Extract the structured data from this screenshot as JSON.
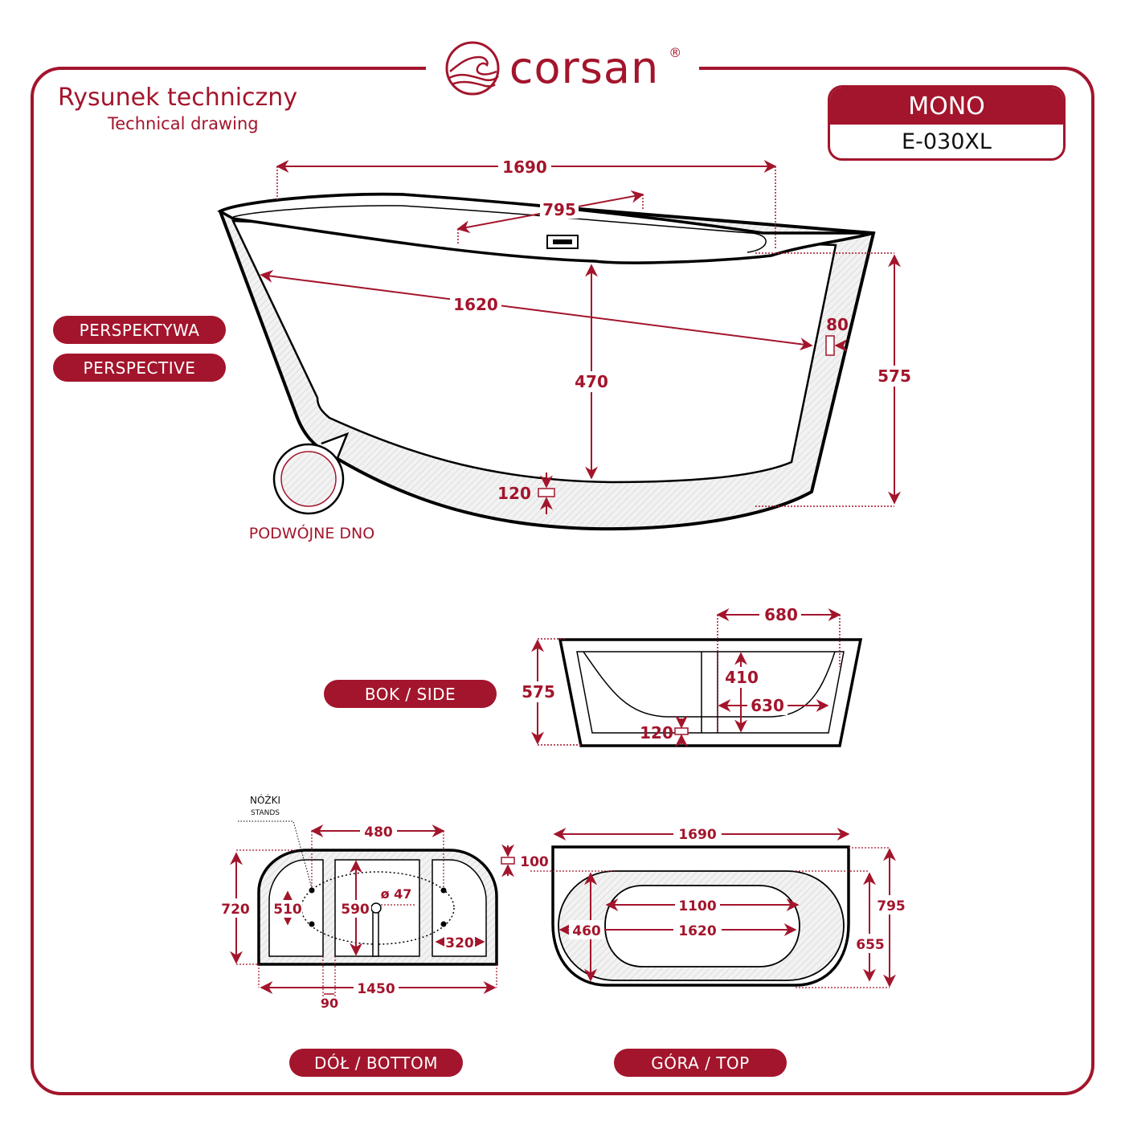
{
  "brand": {
    "name": "corsan",
    "registered_mark": "®",
    "color": "#a3152c",
    "icon": "wave-circle-icon"
  },
  "header": {
    "title_pl": "Rysunek techniczny",
    "title_en": "Technical drawing"
  },
  "model": {
    "series": "MONO",
    "code": "E-030XL"
  },
  "views": {
    "perspective": {
      "label_pl": "PERSPEKTYWA",
      "label_en": "PERSPECTIVE",
      "double_bottom_label": "PODWÓJNE DNO",
      "dimensions": {
        "total_length": "1690",
        "width": "795",
        "inner_length": "1620",
        "inner_depth": "470",
        "wall_thickness": "80",
        "total_height": "575",
        "bottom_thickness": "120"
      }
    },
    "side": {
      "label": "BOK / SIDE",
      "dimensions": {
        "height": "575",
        "top_span": "680",
        "inner_depth": "410",
        "bottom_span": "630",
        "bottom_thickness": "120"
      }
    },
    "bottom": {
      "label": "DÓŁ / BOTTOM",
      "stands_label_pl": "NÓŻKI",
      "stands_label_en": "STANDS",
      "dimensions": {
        "stand_spacing_x": "480",
        "height": "720",
        "stand_spacing_y": "510",
        "inner_height": "590",
        "drain_diameter": "ø 47",
        "end_width": "320",
        "length": "1450",
        "rib_width": "90"
      }
    },
    "top": {
      "label": "GÓRA / TOP",
      "dimensions": {
        "total_length": "1690",
        "back_rim": "100",
        "total_width": "795",
        "inner_width": "655",
        "basin_width": "460",
        "basin_flat_length": "1100",
        "basin_length": "1620"
      }
    }
  }
}
